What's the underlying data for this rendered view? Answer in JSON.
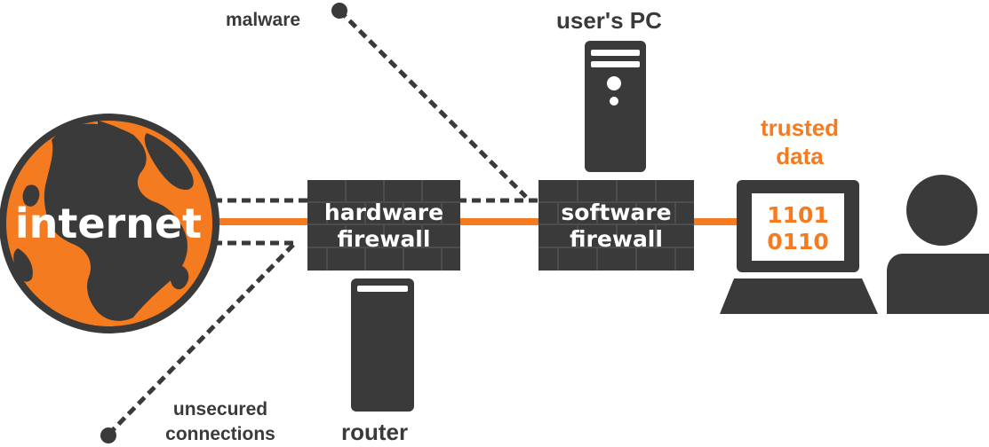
{
  "colors": {
    "dark": "#3a3a3a",
    "accent": "#f47b20",
    "white": "#ffffff",
    "brick_mortar": "#4d4d4d"
  },
  "labels": {
    "internet": "internet",
    "malware": "malware",
    "users_pc": "user's PC",
    "trusted_data_line1": "trusted",
    "trusted_data_line2": "data",
    "hardware_firewall_line1": "hardware",
    "hardware_firewall_line2": "firewall",
    "software_firewall_line1": "software",
    "software_firewall_line2": "firewall",
    "binary_line1": "1101",
    "binary_line2": "0110",
    "router": "router",
    "unsecured_line1": "unsecured",
    "unsecured_line2": "connections"
  },
  "icons": {
    "globe": "globe-icon",
    "pc_tower": "pc-tower-icon",
    "router_tower": "router-tower-icon",
    "laptop": "laptop-icon",
    "user": "user-icon"
  }
}
